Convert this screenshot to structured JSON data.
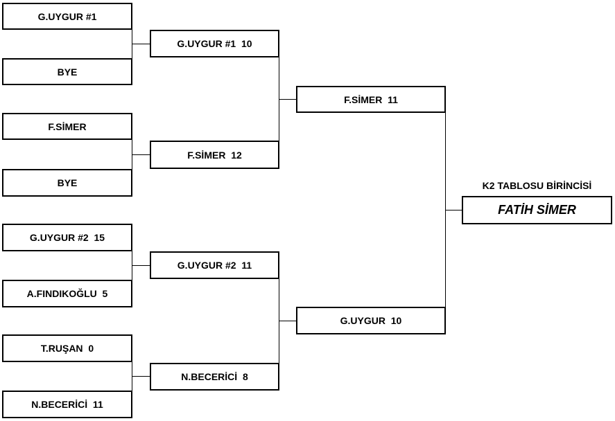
{
  "bracket": {
    "champion_title": "K2 TABLOSU BİRİNCİSİ",
    "champion_name": "FATİH SİMER",
    "round1": [
      {
        "label": "G.UYGUR #1"
      },
      {
        "label": "BYE"
      },
      {
        "label": "F.SİMER"
      },
      {
        "label": "BYE"
      },
      {
        "label": "G.UYGUR #2  15"
      },
      {
        "label": "A.FINDIKOĞLU  5"
      },
      {
        "label": "T.RUŞAN  0"
      },
      {
        "label": "N.BECERİCİ  11"
      }
    ],
    "round2": [
      {
        "label": "G.UYGUR #1  10"
      },
      {
        "label": "F.SİMER  12"
      },
      {
        "label": "G.UYGUR #2  11"
      },
      {
        "label": "N.BECERİCİ  8"
      }
    ],
    "round3": [
      {
        "label": "F.SİMER  11"
      },
      {
        "label": "G.UYGUR  10"
      }
    ]
  },
  "colors": {
    "line": "#000000",
    "background": "#ffffff",
    "text": "#000000"
  }
}
